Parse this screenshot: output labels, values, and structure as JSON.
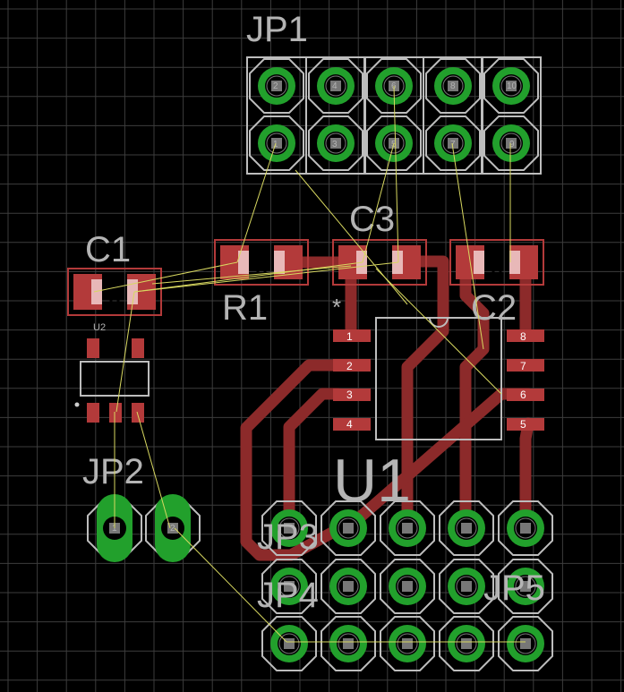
{
  "colors": {
    "background": "#000000",
    "grid": "#3d3d3d",
    "copper": "#8c2a2a",
    "pad_ring": "#22a02c",
    "outline": "#bdbdbd",
    "airwire": "#d8d860",
    "silk_text": "#b4b4b4",
    "smd_pad": "#b33a3a",
    "smd_pad_light": "#e8b8b8"
  },
  "components": {
    "jp1": {
      "name": "JP1",
      "pins": [
        "2",
        "4",
        "6",
        "8",
        "10",
        "1",
        "3",
        "5",
        "7",
        "9"
      ]
    },
    "c1": {
      "name": "C1"
    },
    "r1": {
      "name": "R1"
    },
    "c3": {
      "name": "C3"
    },
    "c2": {
      "name": "C2"
    },
    "u2": {
      "name": "U2"
    },
    "u1": {
      "name": "U1",
      "pin1_mark": "*",
      "pins": [
        "1",
        "2",
        "3",
        "4",
        "8",
        "7",
        "6",
        "5"
      ]
    },
    "jp2": {
      "name": "JP2",
      "pins": [
        "1",
        "2"
      ]
    },
    "jp3": {
      "name": "JP3"
    },
    "jp4": {
      "name": "JP4"
    },
    "jp5": {
      "name": "JP5"
    }
  }
}
